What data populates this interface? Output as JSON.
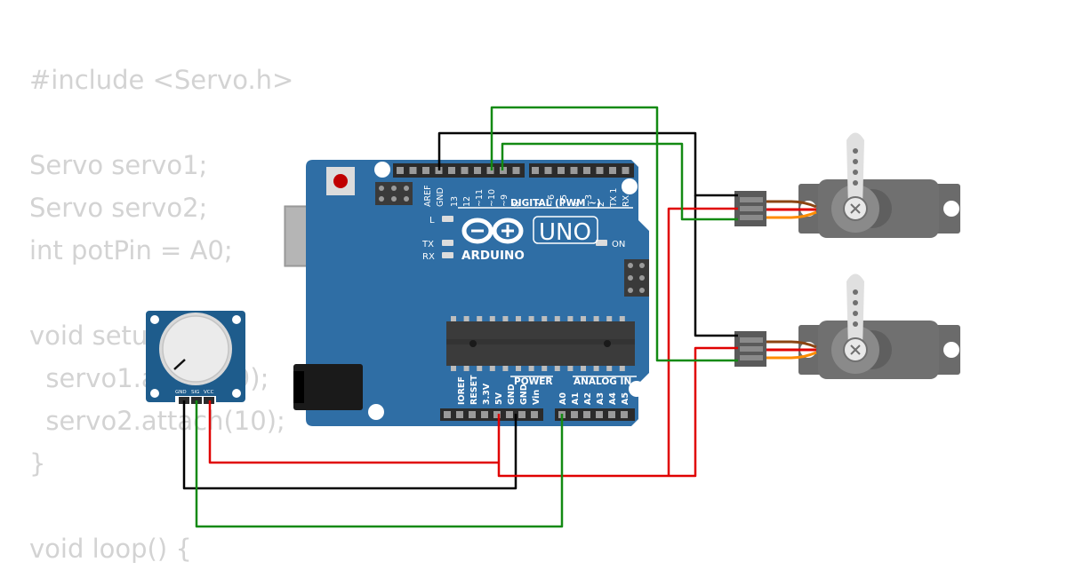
{
  "code": {
    "lines": [
      "#include <Servo.h>",
      "",
      "Servo servo1;",
      "Servo servo2;",
      "int potPin = A0;",
      "",
      "void setup() {",
      "  servo1.attach(9);",
      "  servo2.attach(10);",
      "}",
      "",
      "void loop() {"
    ]
  },
  "arduino": {
    "brand": "ARDUINO",
    "model": "UNO",
    "digital_title": "DIGITAL (PWM ~)",
    "power_title": "POWER",
    "analog_title": "ANALOG IN",
    "digital_pins": [
      "AREF",
      "GND",
      "13",
      "12",
      "~11",
      "~10",
      "~9",
      "8",
      "7",
      "~6",
      "~5",
      "4",
      "~3",
      "2",
      "TX 1",
      "RX 0"
    ],
    "power_pins": [
      "IOREF",
      "RESET",
      "3.3V",
      "5V",
      "GND",
      "GND",
      "Vin"
    ],
    "analog_pins": [
      "A0",
      "A1",
      "A2",
      "A3",
      "A4",
      "A5"
    ],
    "led_l": "L",
    "led_tx": "TX",
    "led_rx": "RX",
    "led_on": "ON",
    "board_color": "#2f6ea5"
  },
  "potentiometer": {
    "pin_gnd": "GND",
    "pin_sig": "SIG",
    "pin_vcc": "VCC",
    "board_color": "#1e5c8c"
  },
  "wires": {
    "ground_color": "#000000",
    "power_color": "#e00000",
    "signal_color": "#138a13"
  }
}
